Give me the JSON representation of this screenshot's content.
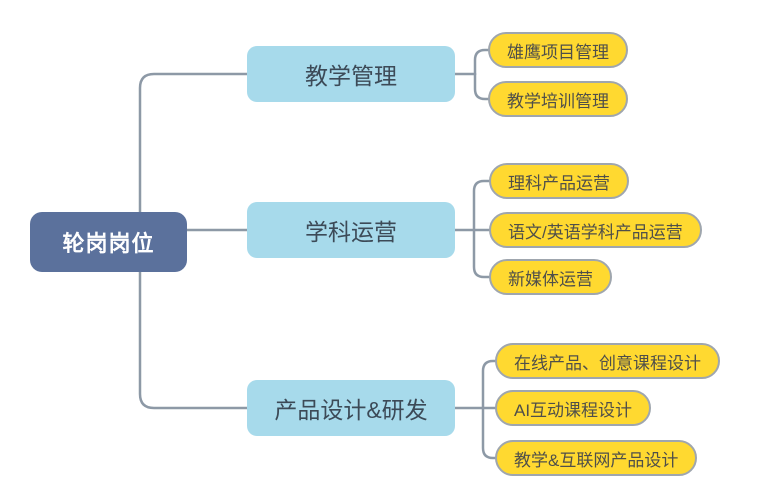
{
  "palette": {
    "root_fill": "#5B719C",
    "root_text": "#FFFFFF",
    "branch_fill": "#A7DAEB",
    "branch_text": "#3C4A57",
    "leaf_fill": "#FFD930",
    "leaf_border": "#9FA6AE",
    "leaf_text": "#4F4F4A",
    "connector": "#8D99A6",
    "background": "#FFFFFF"
  },
  "mindmap": {
    "root": {
      "label": "轮岗岗位"
    },
    "branches": [
      {
        "label": "教学管理",
        "children": [
          "雄鹰项目管理",
          "教学培训管理"
        ]
      },
      {
        "label": "学科运营",
        "children": [
          "理科产品运营",
          "语文/英语学科产品运营",
          "新媒体运营"
        ]
      },
      {
        "label": "产品设计&研发",
        "children": [
          "在线产品、创意课程设计",
          "AI互动课程设计",
          "教学&互联网产品设计"
        ]
      }
    ]
  }
}
